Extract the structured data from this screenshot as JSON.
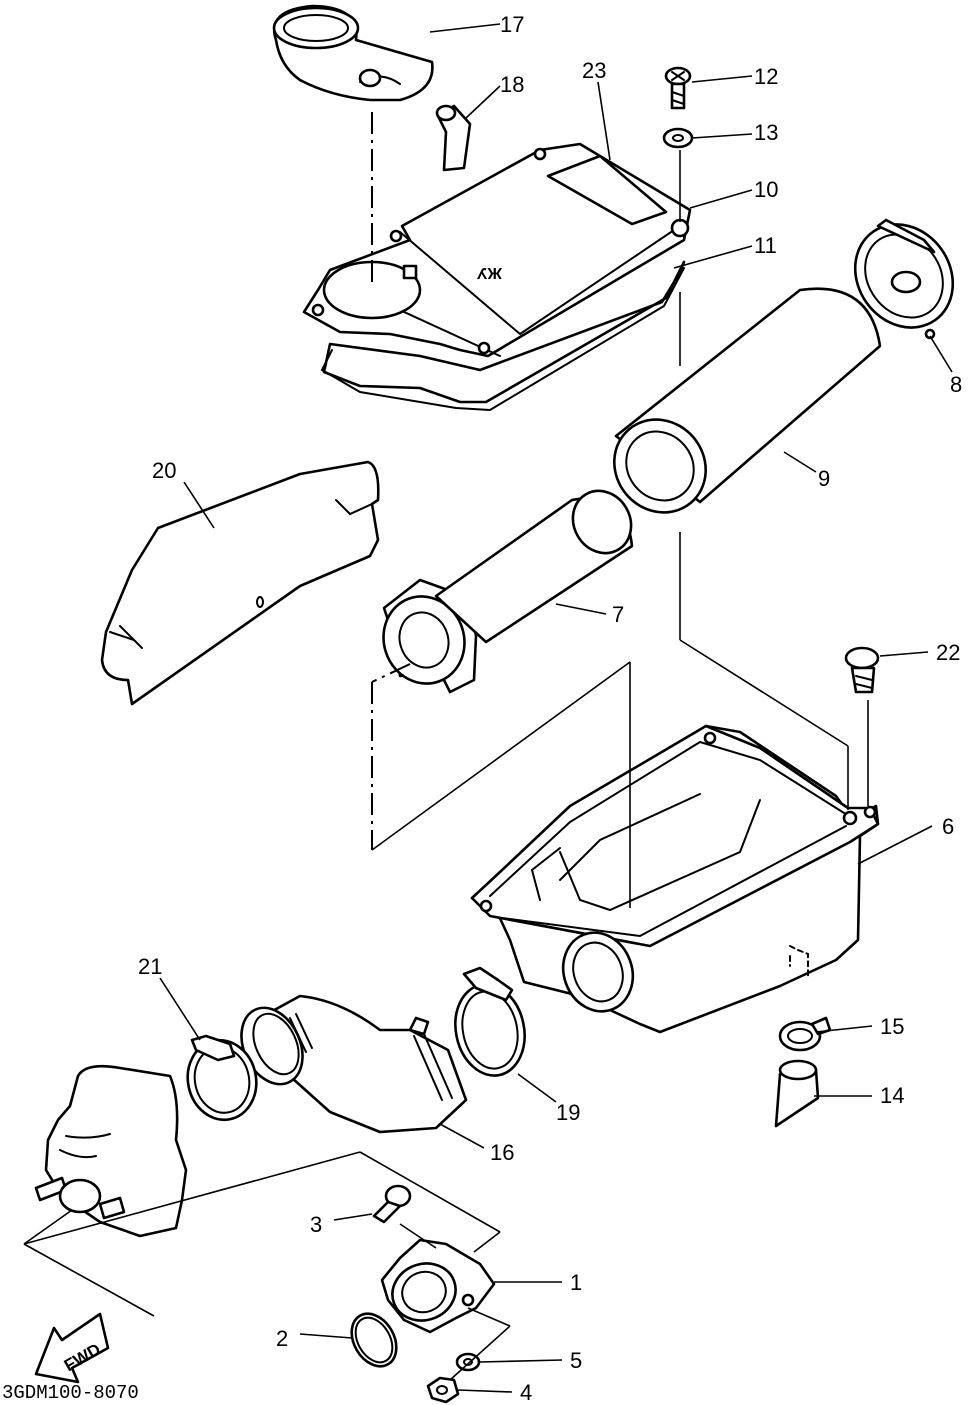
{
  "diagram_code": "3GDM100-8070",
  "fwd_label": "FWD",
  "cover_marking": "ЖУ",
  "callouts": [
    "1",
    "2",
    "3",
    "4",
    "5",
    "6",
    "7",
    "8",
    "9",
    "10",
    "11",
    "12",
    "13",
    "14",
    "15",
    "16",
    "17",
    "18",
    "19",
    "20",
    "21",
    "22",
    "23"
  ]
}
